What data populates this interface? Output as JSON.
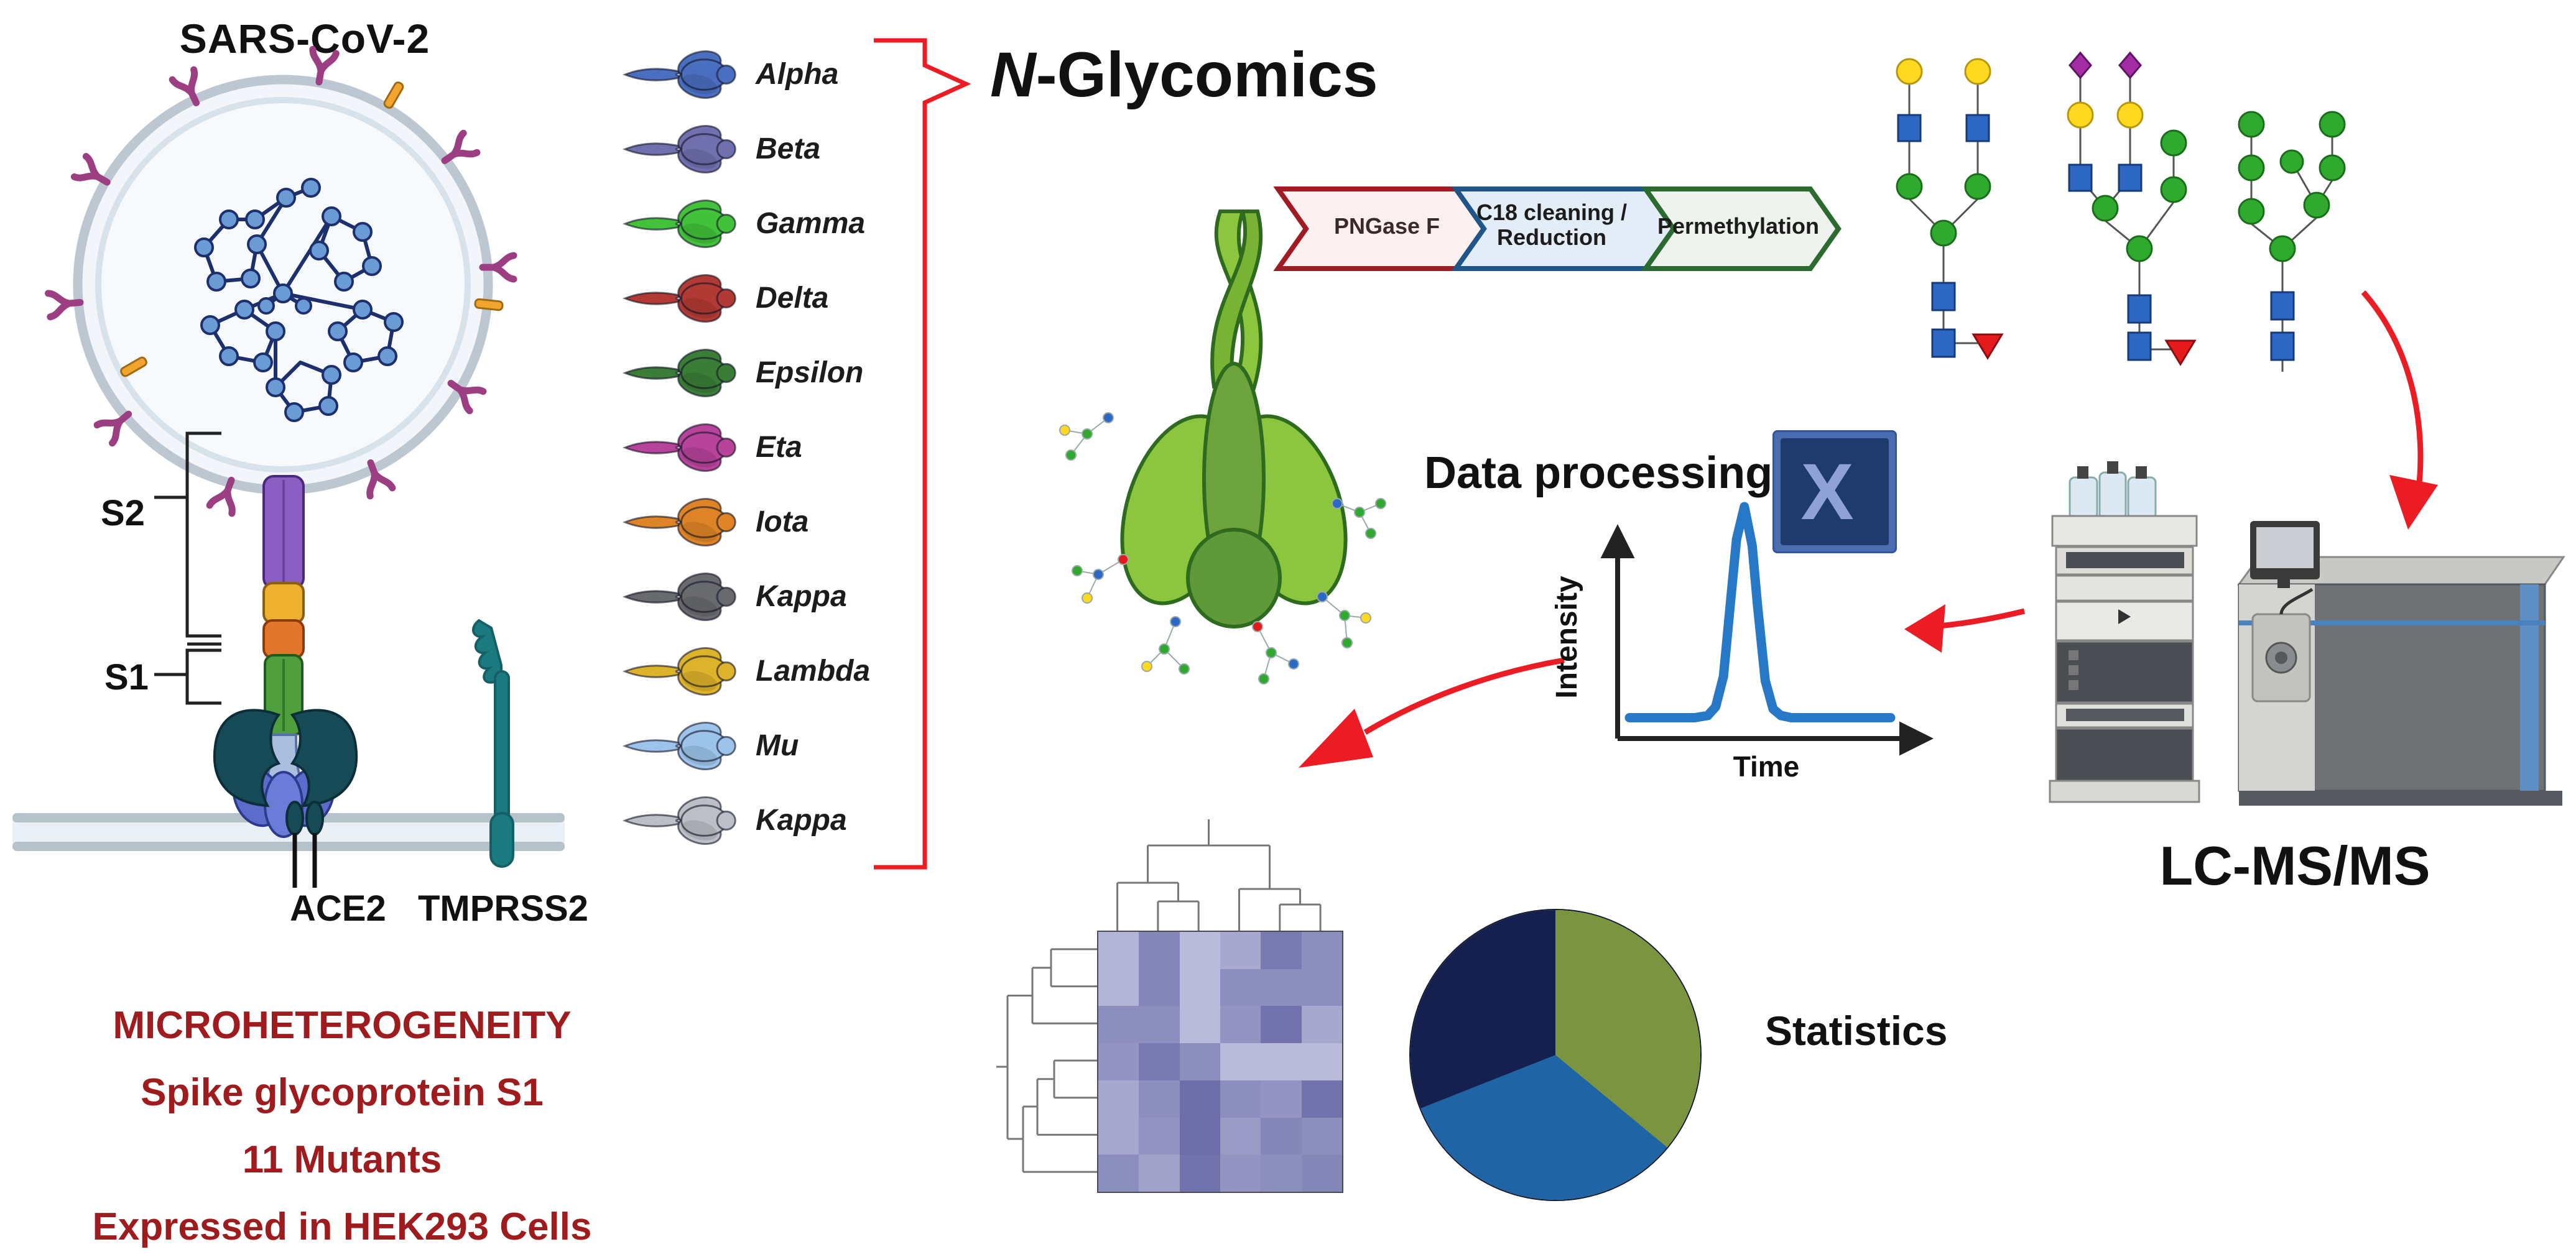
{
  "header": {
    "virus_title": "SARS-CoV-2"
  },
  "spike_diagram": {
    "s2": "S2",
    "s1": "S1",
    "ace2": "ACE2",
    "tmprss2": "TMPRSS2"
  },
  "variants": {
    "items": [
      {
        "label": "Alpha",
        "color": "#4a6fc0"
      },
      {
        "label": "Beta",
        "color": "#7070ae"
      },
      {
        "label": "Gamma",
        "color": "#41c23a"
      },
      {
        "label": "Delta",
        "color": "#b23a35"
      },
      {
        "label": "Epsilon",
        "color": "#3a7d36"
      },
      {
        "label": "Eta",
        "color": "#b8439a"
      },
      {
        "label": "Iota",
        "color": "#de8426"
      },
      {
        "label": "Kappa",
        "color": "#696a6e"
      },
      {
        "label": "Lambda",
        "color": "#ddb32b"
      },
      {
        "label": "Mu",
        "color": "#9cc4ea"
      },
      {
        "label": "Kappa",
        "color": "#bcc0c6"
      }
    ]
  },
  "workflow": {
    "title_n": "N",
    "title_rest": "-Glycomics",
    "steps": [
      {
        "label": "PNGase F",
        "border": "#9f1c24",
        "fill": "#fdf0f1",
        "text_color": "#3b2a2a"
      },
      {
        "label": "C18 cleaning / Reduction",
        "border": "#20558a",
        "fill": "#e3edf8",
        "text_color": "#1c1c1c"
      },
      {
        "label": "Permethylation",
        "border": "#2c6b2f",
        "fill": "#eff3ed",
        "text_color": "#1c1c1c"
      }
    ]
  },
  "glycans": {
    "items": [
      {
        "name": "biantennary-galactosylated-core-fucosylated-glycan"
      },
      {
        "name": "hybrid-sialylated-core-fucosylated-glycan"
      },
      {
        "name": "high-mannose-glycan"
      }
    ],
    "symbol_colors": {
      "galactose": "#ffd920",
      "glcnac": "#2d68c4",
      "mannose": "#2faa2f",
      "sialic_acid": "#a42ca4",
      "fucose": "#e41a1c"
    }
  },
  "data_processing": {
    "title": "Data processing",
    "software_letter": "X"
  },
  "lcms": {
    "label": "LC-MS/MS"
  },
  "statistics": {
    "label": "Statistics"
  },
  "summary": {
    "color": "#9e1b1e",
    "lines": [
      "MICROHETEROGENEITY",
      "Spike glycoprotein S1",
      "11 Mutants",
      "Expressed in HEK293 Cells"
    ]
  },
  "accent_colors": {
    "arrow_red": "#ec1c24",
    "chromatogram_blue": "#2878c8"
  },
  "chart_data": [
    {
      "type": "line",
      "title": "Extracted chromatogram peak",
      "xlabel": "Time",
      "ylabel": "Intensity",
      "grid": false,
      "series": [
        {
          "name": "chromatogram",
          "x": [
            0,
            0.05,
            0.1,
            0.15,
            0.2,
            0.25,
            0.3,
            0.33,
            0.36,
            0.39,
            0.41,
            0.44,
            0.47,
            0.49,
            0.52,
            0.55,
            0.58,
            0.62,
            0.7,
            0.8,
            0.9,
            1.0
          ],
          "y": [
            0.03,
            0.03,
            0.03,
            0.03,
            0.03,
            0.03,
            0.04,
            0.08,
            0.22,
            0.6,
            0.85,
            1.0,
            0.82,
            0.55,
            0.2,
            0.07,
            0.04,
            0.03,
            0.03,
            0.03,
            0.03,
            0.03
          ]
        }
      ],
      "xlim": [
        0,
        1
      ],
      "ylim": [
        0,
        1.1
      ]
    },
    {
      "type": "heatmap",
      "title": "Clustered glycan abundance heatmap",
      "rows": 7,
      "cols": 6,
      "row_dendrogram": true,
      "col_dendrogram": true,
      "palette": [
        "#cdcfe6",
        "#4b4c94"
      ],
      "values": [
        [
          0.2,
          0.55,
          0.15,
          0.3,
          0.65,
          0.5
        ],
        [
          0.2,
          0.55,
          0.15,
          0.5,
          0.5,
          0.5
        ],
        [
          0.5,
          0.5,
          0.15,
          0.45,
          0.7,
          0.3
        ],
        [
          0.45,
          0.65,
          0.5,
          0.15,
          0.15,
          0.15
        ],
        [
          0.3,
          0.5,
          0.75,
          0.5,
          0.45,
          0.7
        ],
        [
          0.3,
          0.45,
          0.75,
          0.4,
          0.55,
          0.5
        ],
        [
          0.5,
          0.35,
          0.7,
          0.45,
          0.5,
          0.55
        ]
      ]
    },
    {
      "type": "pie",
      "title": "Glycan class proportions",
      "slices": [
        {
          "label": "slice-green",
          "value": 36,
          "color": "#7a9440"
        },
        {
          "label": "slice-blue",
          "value": 33,
          "color": "#1f64a5"
        },
        {
          "label": "slice-navy",
          "value": 31,
          "color": "#16204e"
        }
      ]
    }
  ]
}
